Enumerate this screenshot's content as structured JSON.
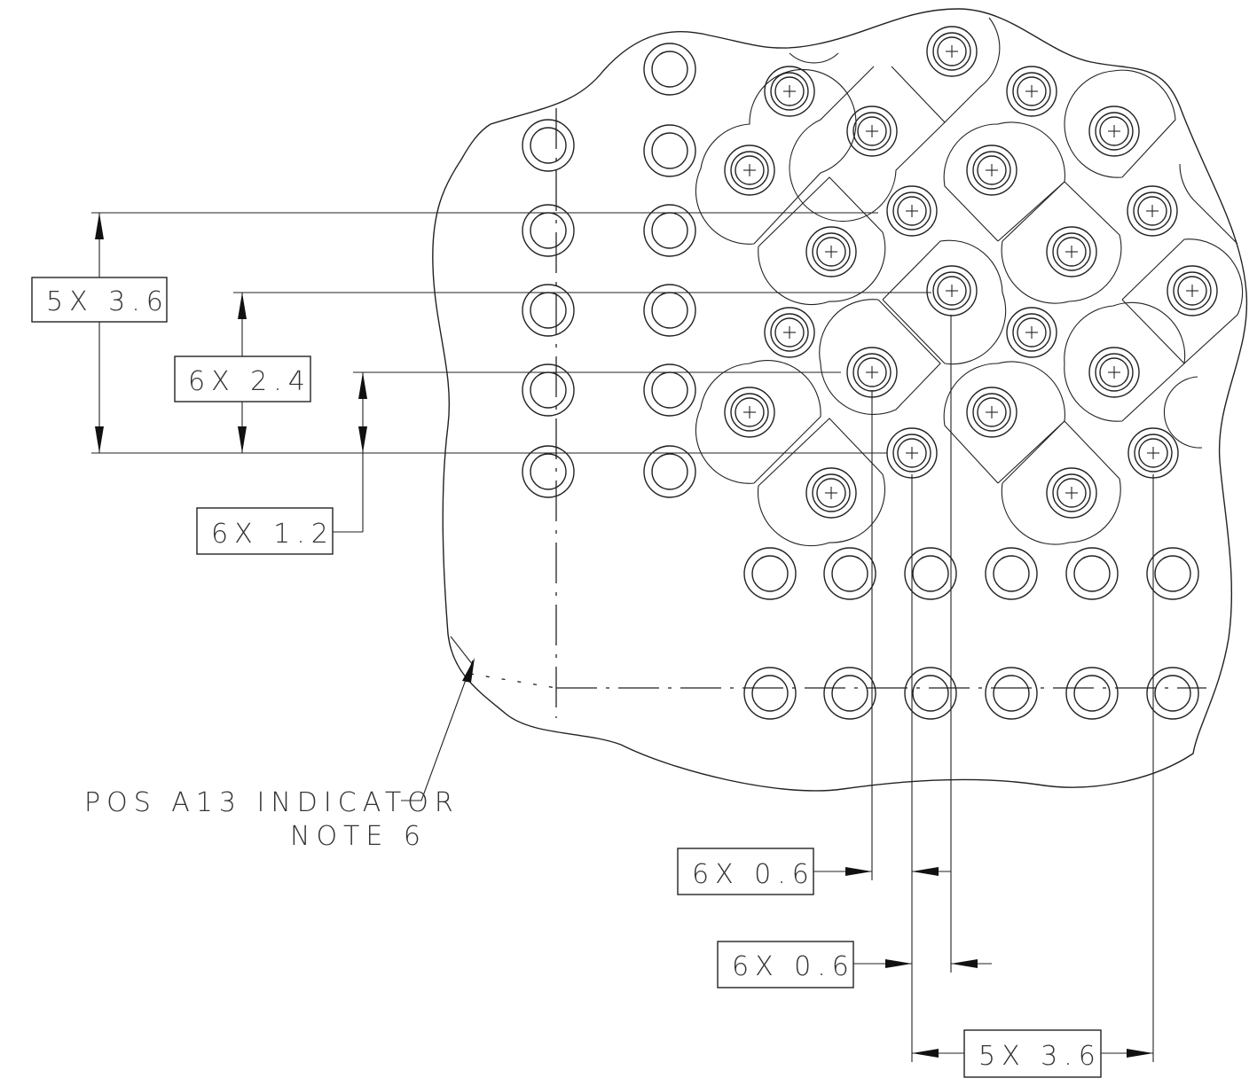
{
  "dimensions": {
    "d1": "5X 3.6",
    "d2": "6X 2.4",
    "d3": "6X 1.2",
    "d4": "6X 0.6",
    "d5": "6X 0.6",
    "d6": "5X 3.6"
  },
  "note": {
    "line1": "POS A13 INDICATOR",
    "line2": "NOTE 6"
  }
}
